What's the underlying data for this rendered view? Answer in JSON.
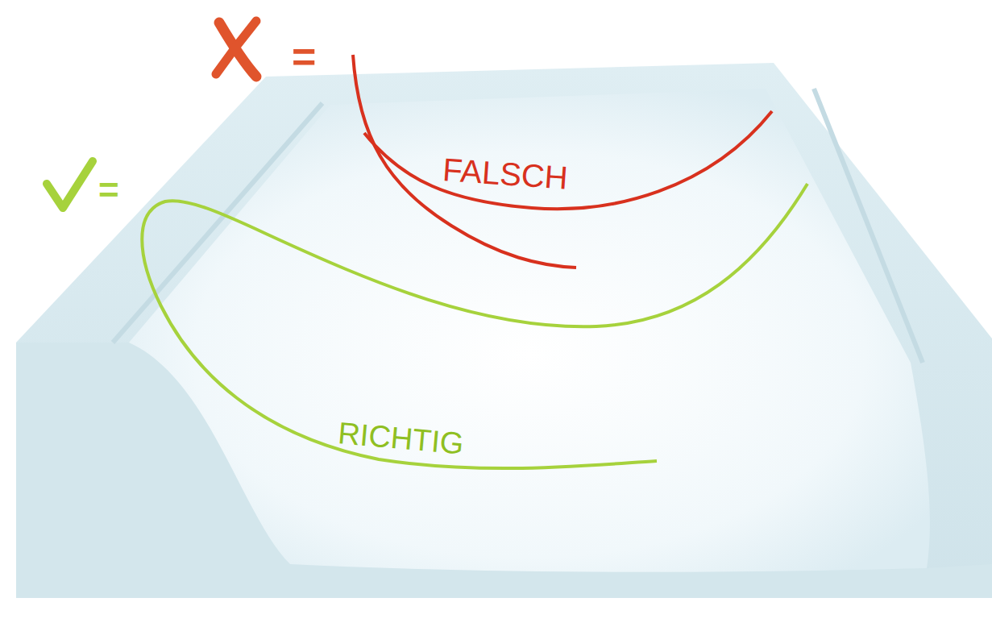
{
  "diagram": {
    "labels": [
      "=",
      "=",
      "FALSCH",
      "RICHTIG"
    ]
  }
}
